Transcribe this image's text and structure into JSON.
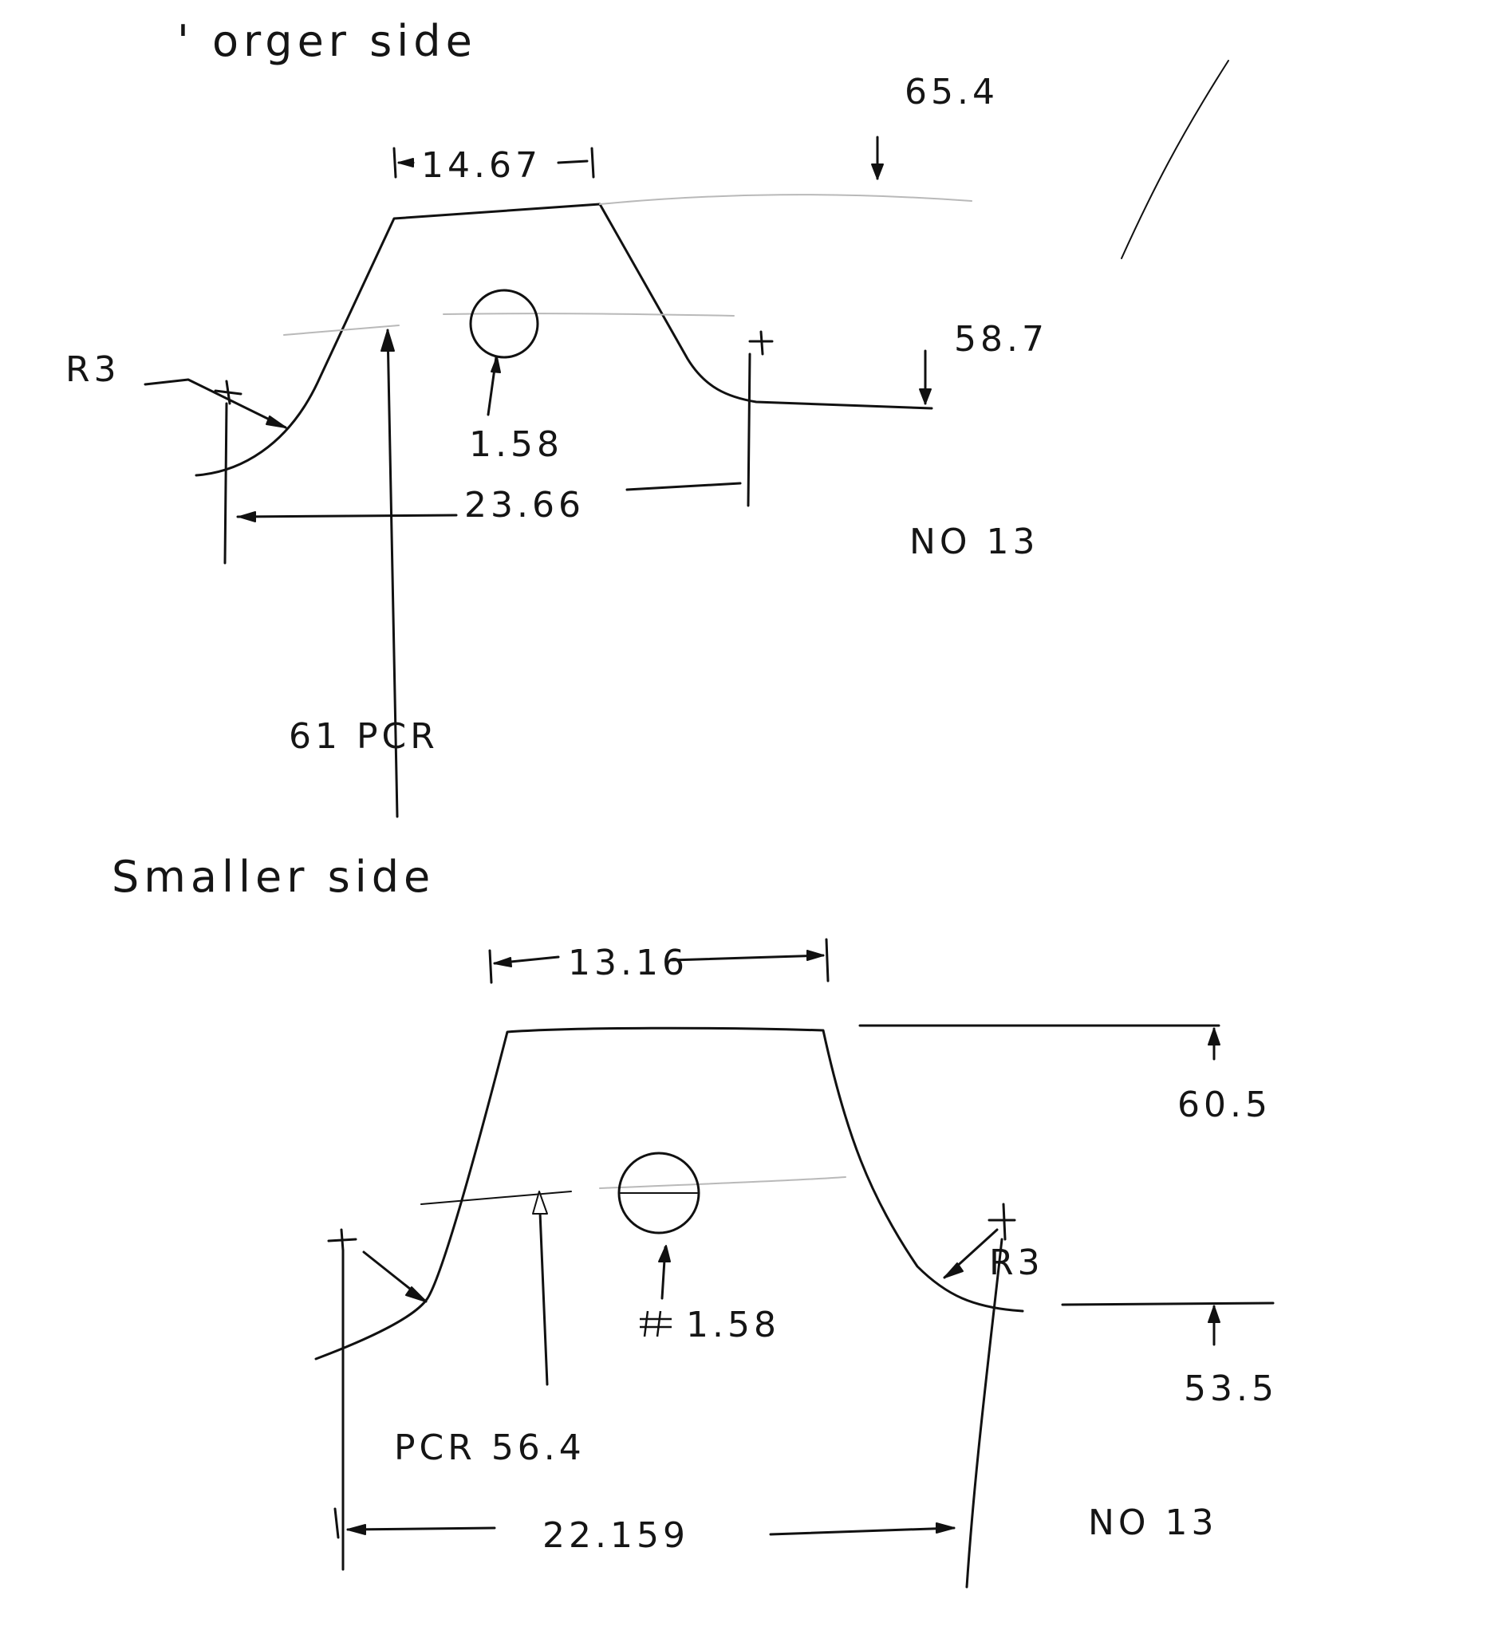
{
  "larger_side": {
    "title": "' orger side",
    "top_width": "14.67",
    "outer_radius": "65.4",
    "root_radius": "58.7",
    "fillet": "R3",
    "hole_dia": "1.58",
    "base_width": "23.66",
    "pcr": "61 PCR",
    "tooth_no": "NO 13"
  },
  "smaller_side": {
    "title": "Smaller side",
    "top_width": "13.16",
    "outer_radius": "60.5",
    "root_radius": "53.5",
    "fillet": "R3",
    "hole_dia": "1.58",
    "base_width": "22.159",
    "pcr": "PCR 56.4",
    "tooth_no": "NO 13"
  },
  "colors": {
    "ink": "#111111",
    "guide": "#b9b9b9",
    "paper": "#ffffff"
  }
}
